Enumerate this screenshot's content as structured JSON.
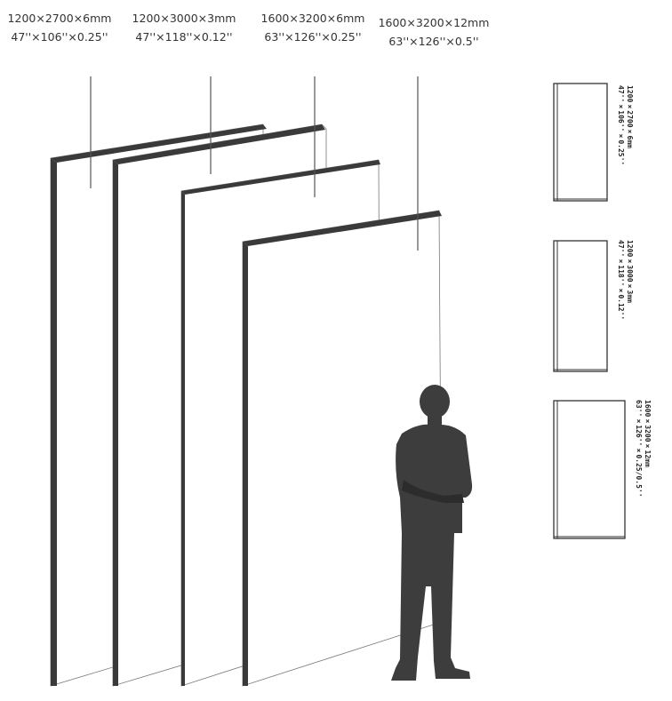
{
  "panels": [
    {
      "metric": "1200×2700×6mm",
      "imperial": "47''×106''×0.25''"
    },
    {
      "metric": "1200×3000×3mm",
      "imperial": "47''×118''×0.12''"
    },
    {
      "metric": "1600×3200×6mm",
      "imperial": "63''×126''×0.25''"
    },
    {
      "metric": "1600×3200×12mm",
      "imperial": "63''×126''×0.5''"
    }
  ],
  "side_views": [
    {
      "metric": "1200×2700×6mm",
      "imperial": "47''×106''×0.25''"
    },
    {
      "metric": "1200×3000×3mm",
      "imperial": "47''×118''×0.12''"
    },
    {
      "metric": "1600×3200×12mm",
      "imperial": "63''×126''×0.25/0.5''"
    }
  ],
  "colors": {
    "panel_edge": "#3a3a3a",
    "figure": "#3d3d3d",
    "line": "#555555"
  }
}
